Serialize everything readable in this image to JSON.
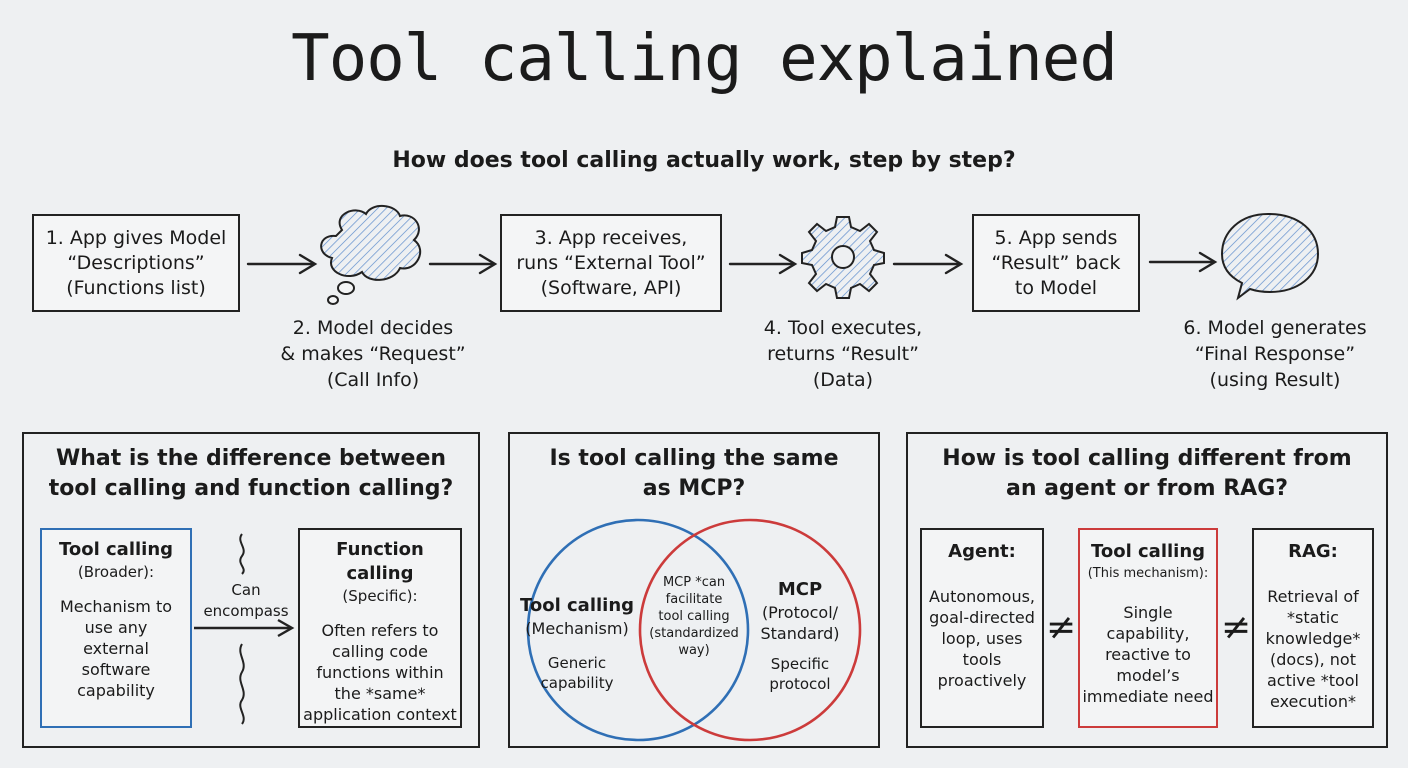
{
  "title": "Tool calling explained",
  "subtitle": "How does tool calling actually work, step by step?",
  "steps": {
    "s1": [
      "1. App gives Model",
      "“Descriptions”",
      "(Functions list)"
    ],
    "s2": [
      "2. Model decides",
      "& makes “Request”",
      "(Call Info)"
    ],
    "s3": [
      "3. App receives,",
      "runs “External Tool”",
      "(Software, API)"
    ],
    "s4": [
      "4. Tool executes,",
      "returns “Result”",
      "(Data)"
    ],
    "s5": [
      "5. App sends",
      "“Result” back",
      "to Model"
    ],
    "s6": [
      "6. Model generates",
      "“Final Response”",
      "(using Result)"
    ]
  },
  "panel1": {
    "title": [
      "What is the difference between",
      "tool calling and function calling?"
    ],
    "left": {
      "heading": "Tool calling",
      "sub": "(Broader):",
      "body": [
        "Mechanism to",
        "use any",
        "external",
        "software",
        "capability"
      ]
    },
    "arrow_label": [
      "Can",
      "encompass"
    ],
    "right": {
      "heading": "Function calling",
      "sub": "(Specific):",
      "body": [
        "Often refers to",
        "calling code",
        "functions within",
        "the *same*",
        "application context"
      ]
    }
  },
  "panel2": {
    "title": [
      "Is tool calling the same",
      "as MCP?"
    ],
    "left": {
      "heading": "Tool calling",
      "sub": "(Mechanism)",
      "body": [
        "Generic",
        "capability"
      ]
    },
    "middle": [
      "MCP *can",
      "facilitate",
      "tool calling",
      "(standardized",
      "way)"
    ],
    "right": {
      "heading": "MCP",
      "sub": [
        "(Protocol/",
        "Standard)"
      ],
      "body": [
        "Specific",
        "protocol"
      ]
    }
  },
  "panel3": {
    "title": [
      "How is tool calling different from",
      "an agent or from RAG?"
    ],
    "agent": {
      "heading": "Agent:",
      "body": [
        "Autonomous,",
        "goal-directed",
        "loop, uses",
        "tools",
        "proactively"
      ]
    },
    "tool": {
      "heading": "Tool calling",
      "sub": "(This mechanism):",
      "body": [
        "Single",
        "capability,",
        "reactive to",
        "model’s",
        "immediate need"
      ]
    },
    "rag": {
      "heading": "RAG:",
      "body": [
        "Retrieval of",
        "*static",
        "knowledge*",
        "(docs), not",
        "active *tool",
        "execution*"
      ]
    },
    "neq": "≠"
  },
  "colors": {
    "blue": "#2f6fb5",
    "red": "#cc3b3b",
    "ink": "#222222",
    "sketch_blue": "#5c8ccc"
  }
}
